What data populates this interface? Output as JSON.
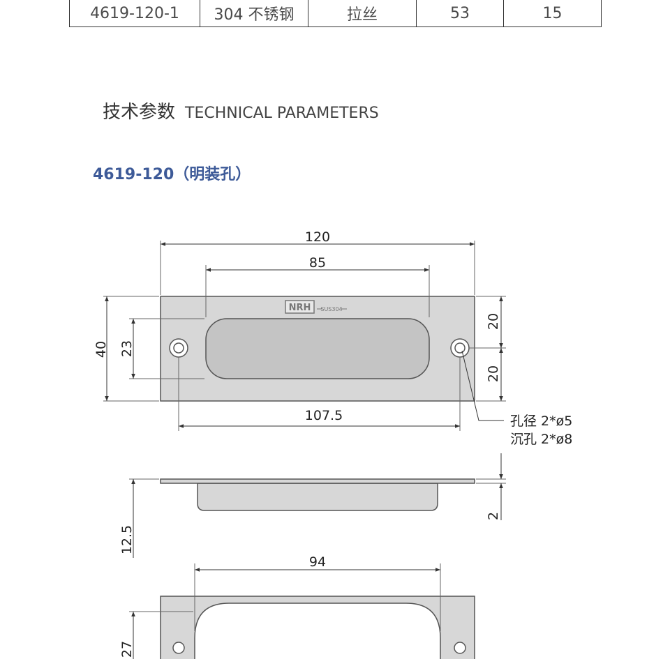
{
  "spec_table": {
    "row": [
      "4619-120-1",
      "304 不锈钢",
      "拉丝",
      "53",
      "15"
    ]
  },
  "section": {
    "title_cn": "技术参数",
    "title_en": "TECHNICAL PARAMETERS"
  },
  "model_label": "4619-120（明装孔）",
  "drawing": {
    "logo_text": "NRH",
    "marking_text": "SUS304",
    "dims": {
      "overall_length": "120",
      "grip_length": "85",
      "overall_height": "40",
      "grip_height": "23",
      "half_height_top": "20",
      "half_height_bottom": "20",
      "hole_spacing": "107.5",
      "depth": "12.5",
      "flange": "2",
      "cutout_length": "94",
      "cutout_height": "27"
    },
    "hole_note_1": "孔径 2*ø5",
    "hole_note_2": "沉孔 2*ø8"
  },
  "colors": {
    "plate_fill": "#d7d7d7",
    "pocket_fill": "#c4c4c4",
    "outline": "#555555",
    "model_label": "#3d5a98"
  }
}
